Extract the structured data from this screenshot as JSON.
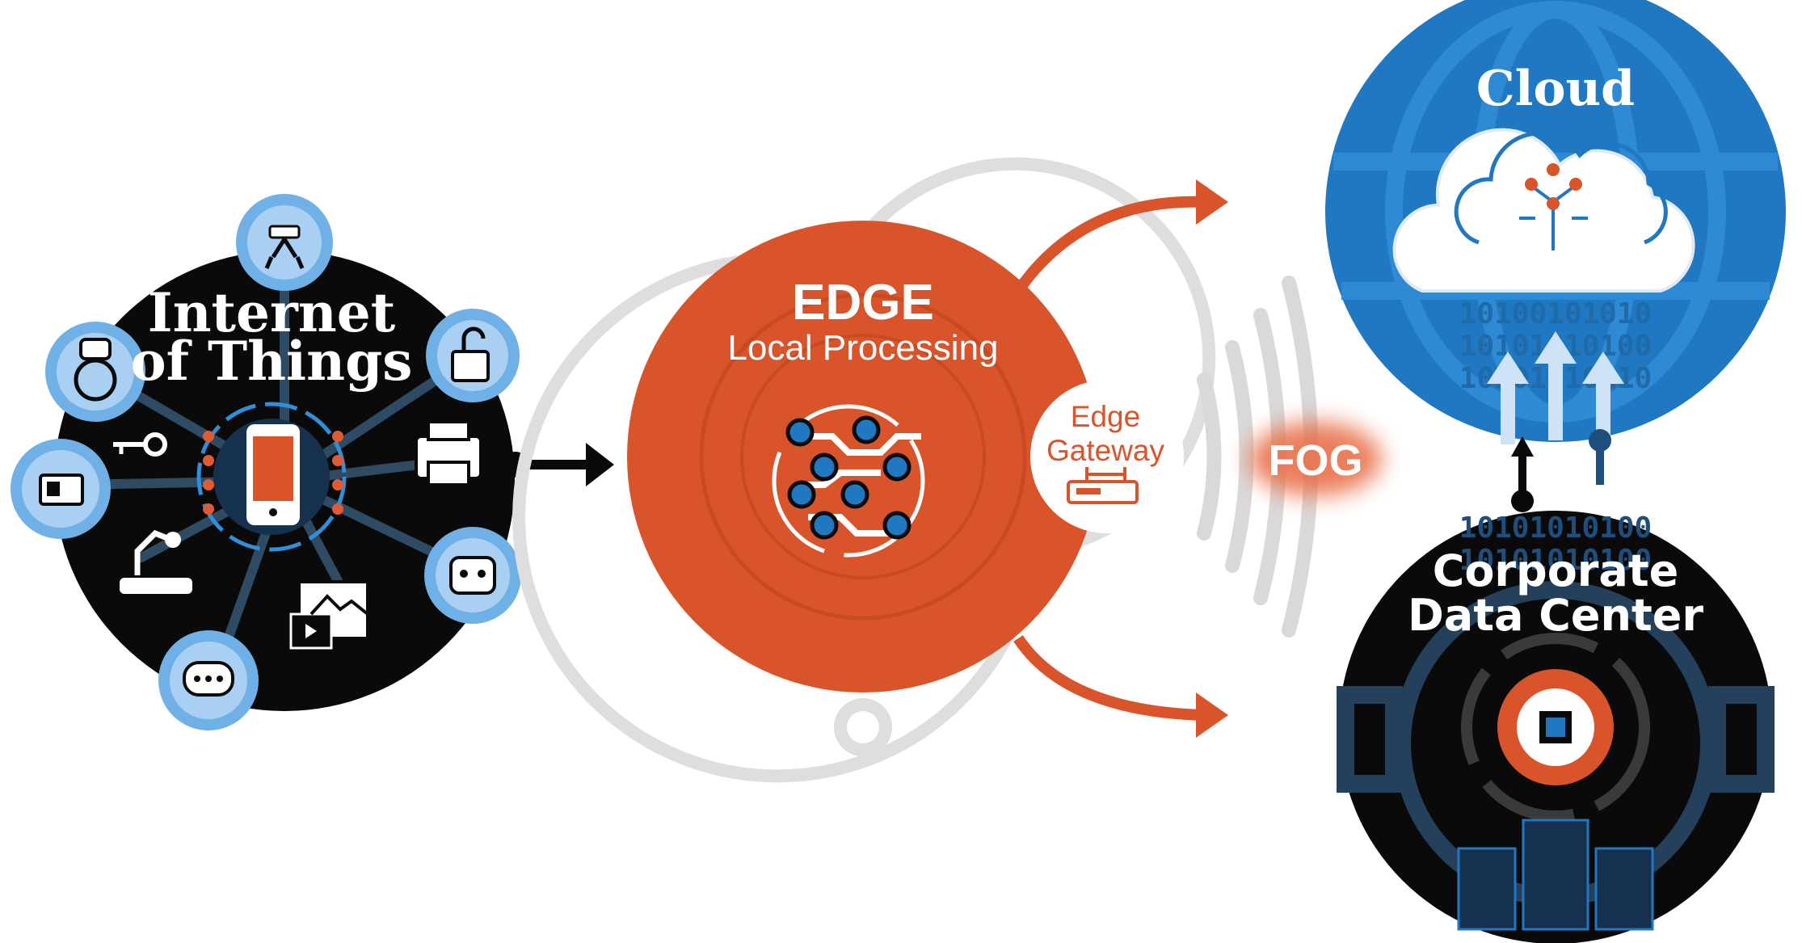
{
  "iot": {
    "title_line1": "Internet",
    "title_line2": "of Things"
  },
  "edge": {
    "title": "EDGE",
    "subtitle": "Local Processing"
  },
  "gateway": {
    "line1": "Edge",
    "line2": "Gateway"
  },
  "fog": {
    "label": "FOG"
  },
  "cloud": {
    "title": "Cloud",
    "binary": [
      "10100101010",
      "10101010100",
      "10101010110"
    ]
  },
  "datacenter": {
    "line1": "Corporate",
    "line2": "Data Center",
    "binary": [
      "10101010100",
      "10101010100"
    ]
  },
  "colors": {
    "orange": "#d9542b",
    "blue": "#1f78c1",
    "dark": "#0a0a0a",
    "grey": "#d9d9d9",
    "lightblue": "#6fb0e6"
  },
  "icons": [
    "robot-arm-icon",
    "padlock-icon",
    "printer-icon",
    "chatbot-icon",
    "media-icon",
    "chat-bubble-icon",
    "factory-robot-icon",
    "control-panel-icon",
    "key-icon",
    "car-steering-icon",
    "smartphone-icon",
    "circuit-icon",
    "router-icon",
    "cloud-icon",
    "gear-chip-icon",
    "server-rack-icon"
  ]
}
